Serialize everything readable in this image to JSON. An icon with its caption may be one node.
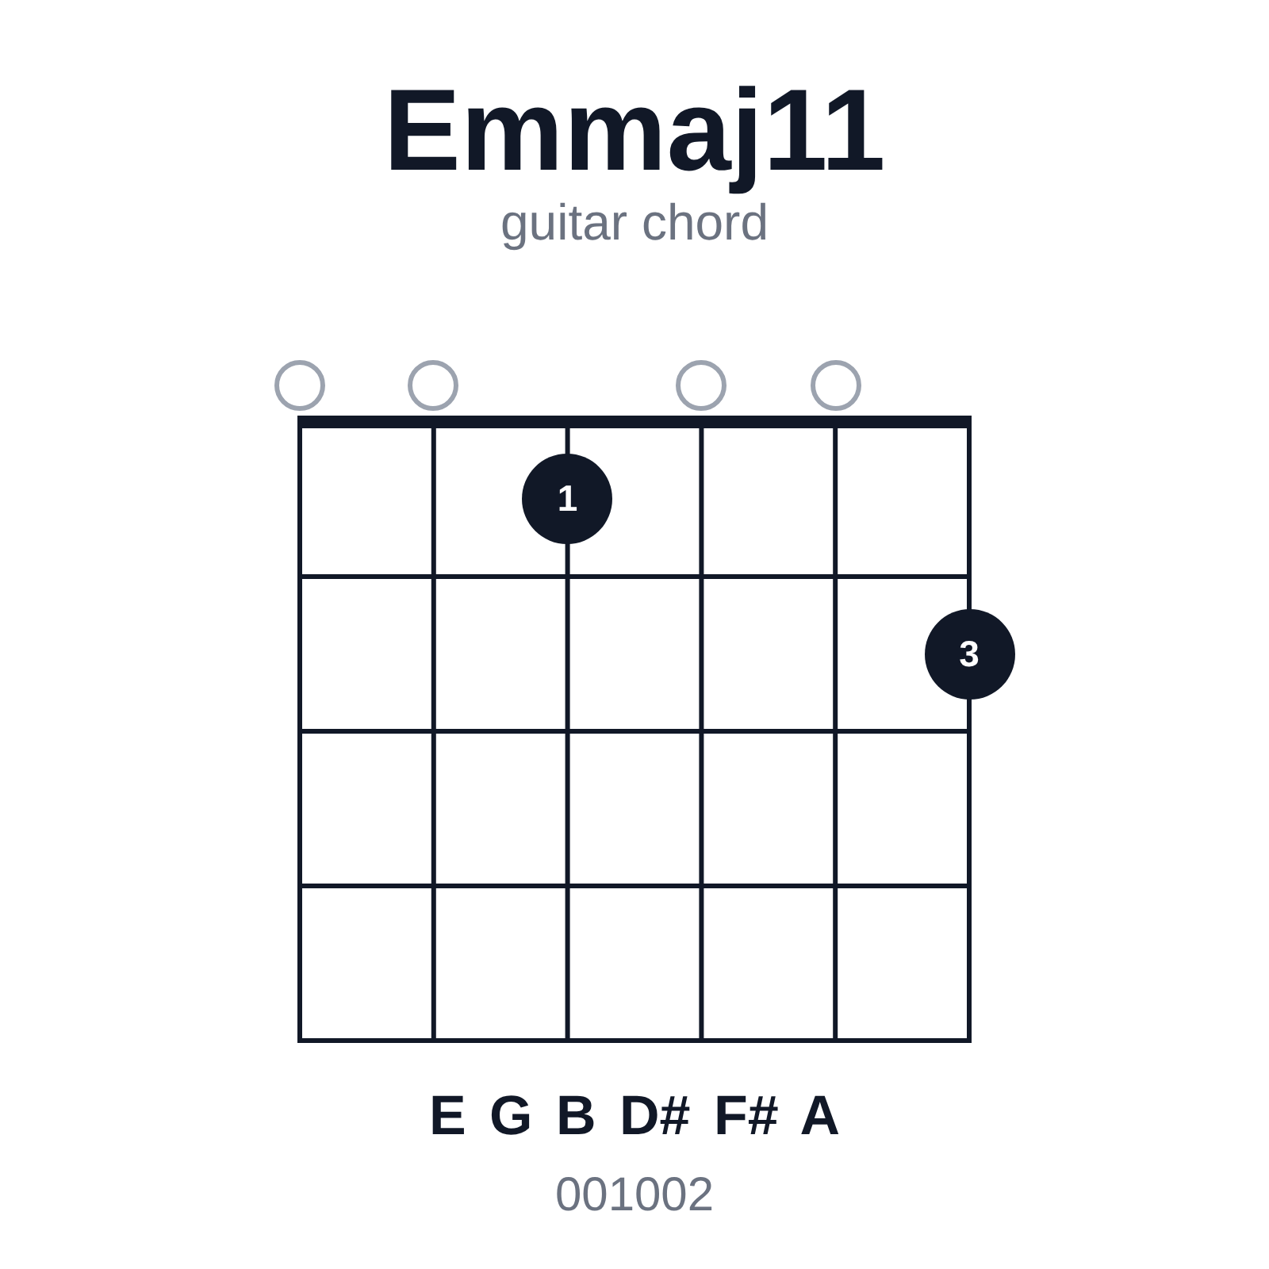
{
  "diagram": {
    "title": "Emmaj11",
    "nodes": [
      {
        "text": [],
        "shape": "circle"
      },
      {
        "text": [],
        "shape": "circle"
      },
      {
        "text": [],
        "shape": "circle"
      },
      {
        "text": [],
        "shape": "circle"
      },
      {
        "text": [
          "1"
        ]
      },
      {
        "text": [
          "3"
        ]
      }
    ],
    "labels": [
      "guitar chord",
      "E G B D# F# A",
      "001002"
    ]
  }
}
